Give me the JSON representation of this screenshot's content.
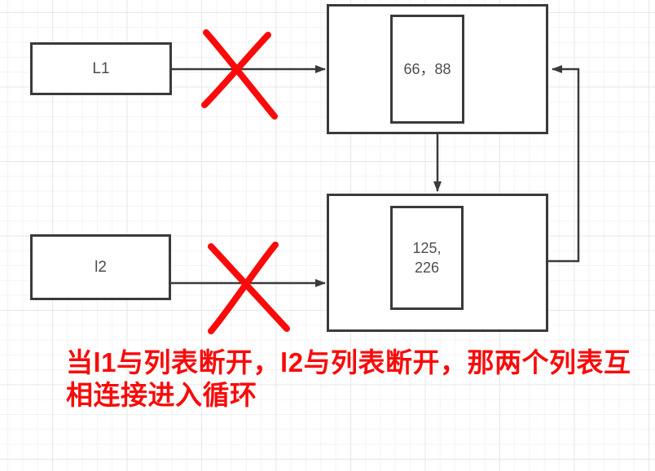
{
  "nodes": {
    "l1": {
      "label": "L1"
    },
    "l2": {
      "label": "l2"
    },
    "list1": {
      "value": "66，88"
    },
    "list2": {
      "line1": "125,",
      "line2": "226"
    }
  },
  "annotation": {
    "line1": "当l1与列表断开，l2与列表断开，那两个列表互",
    "line2": "相连接进入循环"
  },
  "colors": {
    "connector_stroke": "#3a3a3a",
    "node_border": "#3a3a3a",
    "node_text": "#4d4d4d",
    "cross_mark": "#fa0a0a",
    "annotation_text": "#fa0a0a",
    "grid_minor": "#f3f3f3",
    "grid_major": "#e7e7e7",
    "background": "#ffffff"
  }
}
